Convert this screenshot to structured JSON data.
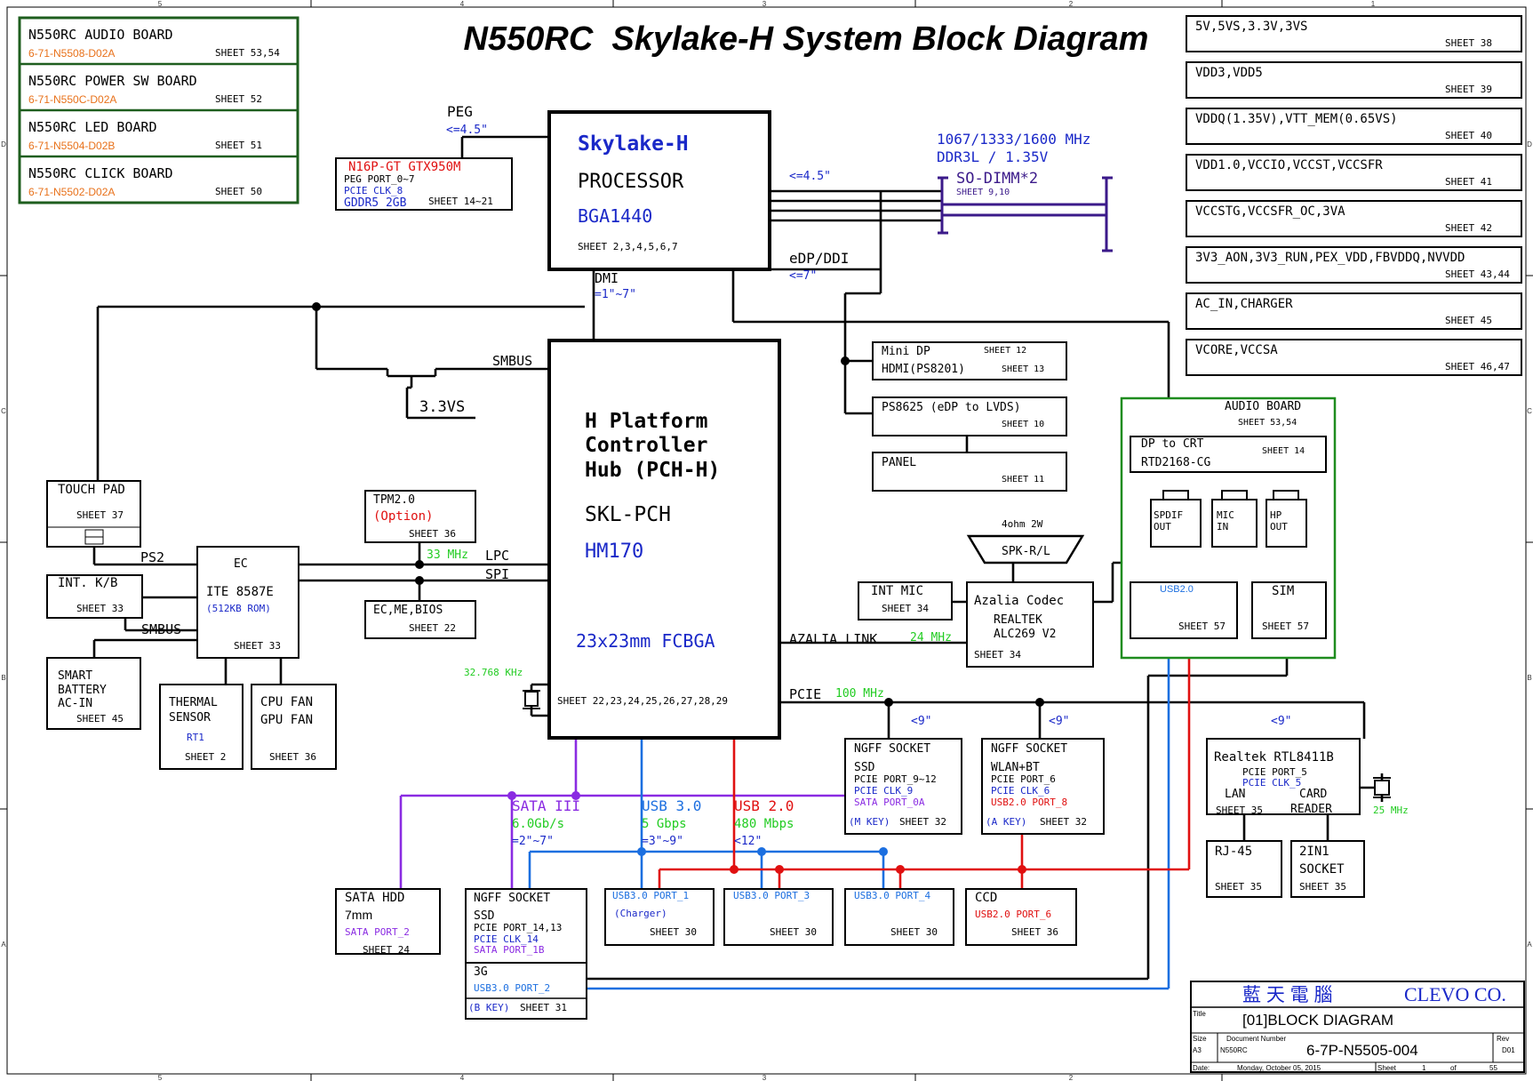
{
  "title": "N550RC  Skylake-H System Block Diagram",
  "sub_boards": [
    {
      "name": "N550RC AUDIO BOARD",
      "pn": "6-71-N5508-D02A",
      "sheet": "SHEET 53,54"
    },
    {
      "name": "N550RC POWER SW BOARD",
      "pn": "6-71-N550C-D02A",
      "sheet": "SHEET 52"
    },
    {
      "name": "N550RC LED BOARD",
      "pn": "6-71-N5504-D02B",
      "sheet": "SHEET 51"
    },
    {
      "name": "N550RC CLICK BOARD",
      "pn": "6-71-N5502-D02A",
      "sheet": "SHEET 50"
    }
  ],
  "power": [
    {
      "name": "5V,5VS,3.3V,3VS",
      "sheet": "SHEET 38"
    },
    {
      "name": "VDD3,VDD5",
      "sheet": "SHEET 39"
    },
    {
      "name": "VDDQ(1.35V),VTT_MEM(0.65VS)",
      "sheet": "SHEET 40"
    },
    {
      "name": "VDD1.0,VCCIO,VCCST,VCCSFR",
      "sheet": "SHEET 41"
    },
    {
      "name": "VCCSTG,VCCSFR_OC,3VA",
      "sheet": "SHEET 42"
    },
    {
      "name": "3V3_AON,3V3_RUN,PEX_VDD,FBVDDQ,NVVDD",
      "sheet": "SHEET 43,44"
    },
    {
      "name": "AC_IN,CHARGER",
      "sheet": "SHEET 45"
    },
    {
      "name": "VCORE,VCCSA",
      "sheet": "SHEET 46,47"
    }
  ],
  "cpu": {
    "l1": "Skylake-H",
    "l2": "PROCESSOR",
    "l3": "BGA1440",
    "sheet": "SHEET 2,3,4,5,6,7"
  },
  "peg": {
    "label": "PEG",
    "len": "<=4.5\""
  },
  "gpu": {
    "name": "N16P-GT GTX950M",
    "port": "PEG PORT_0~7",
    "clk": "PCIE CLK_8",
    "mem": "GDDR5  2GB",
    "sheet": "SHEET 14~21"
  },
  "ddr": {
    "freq": "1067/1333/1600 MHz",
    "type": "DDR3L / 1.35V",
    "len": "<=4.5\"",
    "name": "SO-DIMM*2",
    "sheet": "SHEET 9,10"
  },
  "edp": {
    "label": "eDP/DDI",
    "len": "<=7\""
  },
  "dmi": {
    "label": "DMI",
    "len": "=1\"~7\""
  },
  "pch": {
    "l1": "H Platform",
    "l2": "Controller",
    "l3": "Hub  (PCH-H)",
    "l4": "SKL-PCH",
    "l5": "HM170",
    "l6": "23x23mm  FCBGA",
    "sheet": "SHEET 22,23,24,25,26,27,28,29"
  },
  "smbus": "SMBUS",
  "v33": "3.3VS",
  "minidp": {
    "l1": "Mini DP",
    "s1": "SHEET 12",
    "l2": "HDMI(PS8201)",
    "s2": "SHEET 13"
  },
  "ps8625": {
    "name": "PS8625  (eDP to LVDS)",
    "sheet": "SHEET 10"
  },
  "panel": {
    "name": "PANEL",
    "sheet": "SHEET 11"
  },
  "audio_board": {
    "title": "AUDIO BOARD",
    "sheet": "SHEET 53,54",
    "crt1": "DP to CRT",
    "crt2": "RTD2168-CG",
    "crt_sheet": "SHEET 14",
    "jacks": [
      {
        "a": "SPDIF",
        "b": "OUT"
      },
      {
        "a": "MIC",
        "b": "IN"
      },
      {
        "a": "HP",
        "b": "OUT"
      }
    ],
    "usb": "USB2.0",
    "usb_sheet": "SHEET 57",
    "sim": "SIM",
    "sim_sheet": "SHEET 57"
  },
  "touchpad": {
    "name": "TOUCH PAD",
    "sheet": "SHEET 37"
  },
  "ps2": "PS2",
  "ec": {
    "l1": "EC",
    "l2": "ITE 8587E",
    "l3": "(512KB ROM)",
    "sheet": "SHEET 33"
  },
  "tpm": {
    "l1": "TPM2.0",
    "l2": "(Option)",
    "sheet": "SHEET 36"
  },
  "lpc": {
    "freq": "33 MHz",
    "label": "LPC"
  },
  "spi": "SPI",
  "ecbios": {
    "name": "EC,ME,BIOS",
    "sheet": "SHEET 22"
  },
  "kb": {
    "name": "INT. K/B",
    "sheet": "SHEET 33"
  },
  "smbus2": "SMBUS",
  "battery": {
    "l1": "SMART",
    "l2": "BATTERY",
    "l3": "AC-IN",
    "sheet": "SHEET 45"
  },
  "thermal": {
    "l1": "THERMAL",
    "l2": "SENSOR",
    "l3": "RT1",
    "sheet": "SHEET 2"
  },
  "fan": {
    "l1": "CPU FAN",
    "l2": "GPU FAN",
    "sheet": "SHEET 36"
  },
  "rtc": "32.768 KHz",
  "spk": {
    "spec": "4ohm  2W",
    "name": "SPK-R/L"
  },
  "intmic": {
    "name": "INT MIC",
    "sheet": "SHEET 34"
  },
  "codec": {
    "l1": "Azalia Codec",
    "l2": "REALTEK",
    "l3": "ALC269 V2",
    "sheet": "SHEET 34"
  },
  "azalia": {
    "label": "AZALIA LINK",
    "freq": "24 MHz"
  },
  "pcie": {
    "label": "PCIE",
    "freq": "100 MHz"
  },
  "len9": "<9\"",
  "ngff1": {
    "l1": "NGFF SOCKET",
    "l2": "SSD",
    "l3": "PCIE PORT_9~12",
    "l4": "PCIE CLK_9",
    "l5": "SATA PORT_0A",
    "key": "(M KEY)",
    "sheet": "SHEET 32"
  },
  "ngff2": {
    "l1": "NGFF SOCKET",
    "l2": "WLAN+BT",
    "l3": "PCIE PORT_6",
    "l4": "PCIE CLK_6",
    "l5": "USB2.0 PORT_8",
    "key": "(A KEY)",
    "sheet": "SHEET 32"
  },
  "realtek": {
    "l1": "Realtek RTL8411B",
    "l2": "PCIE PORT_5",
    "l3": "PCIE CLK_5",
    "l4": "LAN",
    "l5": "CARD",
    "l6": "READER",
    "sheet": "SHEET 35",
    "xtal": "25 MHz"
  },
  "rj45": {
    "name": "RJ-45",
    "sheet": "SHEET 35"
  },
  "socket2in1": {
    "l1": "2IN1",
    "l2": "SOCKET",
    "sheet": "SHEET 35"
  },
  "sata": {
    "l1": "SATA III",
    "l2": "6.0Gb/s",
    "l3": "=2\"~7\""
  },
  "usb3": {
    "l1": "USB 3.0",
    "l2": "5 Gbps",
    "l3": "=3\"~9\""
  },
  "usb2": {
    "l1": "USB 2.0",
    "l2": "480 Mbps",
    "l3": "<12\""
  },
  "hdd": {
    "l1": "SATA HDD",
    "l2": "7mm",
    "l3": "SATA PORT_2",
    "sheet": "SHEET 24"
  },
  "ngff3": {
    "l1": "NGFF SOCKET",
    "l2": "SSD",
    "l3": "PCIE PORT_14,13",
    "l4": "PCIE CLK_14",
    "l5": "SATA PORT_1B",
    "l6": "3G",
    "l7": "USB3.0 PORT_2",
    "key": "(B KEY)",
    "sheet": "SHEET 31"
  },
  "usbp1": {
    "l1": "USB3.0 PORT_1",
    "l2": "(Charger)",
    "sheet": "SHEET 30"
  },
  "usbp3": {
    "l1": "USB3.0 PORT_3",
    "sheet": "SHEET 30"
  },
  "usbp4": {
    "l1": "USB3.0 PORT_4",
    "sheet": "SHEET 30"
  },
  "ccd": {
    "l1": "CCD",
    "l2": "USB2.0 PORT_6",
    "sheet": "SHEET 36"
  },
  "titleblock": {
    "company_cn": "藍 天 電 腦",
    "company": "CLEVO CO.",
    "title_lbl": "Title",
    "title": "[01]BLOCK DIAGRAM",
    "size_lbl": "Size",
    "size": "A3",
    "doc_lbl": "Document Number",
    "model": "N550RC",
    "doc": "6-7P-N5505-004",
    "rev_lbl": "Rev",
    "rev": "D01",
    "date_lbl": "Date:",
    "date": "Monday, October 05, 2015",
    "sheet_lbl": "Sheet",
    "sheet": "1",
    "of": "of",
    "total": "55"
  },
  "border": {
    "top": [
      "5",
      "4",
      "3",
      "2",
      "1"
    ],
    "side": [
      "D",
      "C",
      "B",
      "A"
    ]
  },
  "colors": {
    "orange": "#e8711a",
    "blue": "#1c6fe0",
    "red": "#e01010",
    "green": "#22cc22",
    "purple": "#8a2be2",
    "boardgreen": "#1e8c1e",
    "dimm": "#3b1a8a",
    "navy": "#1a28c8"
  }
}
